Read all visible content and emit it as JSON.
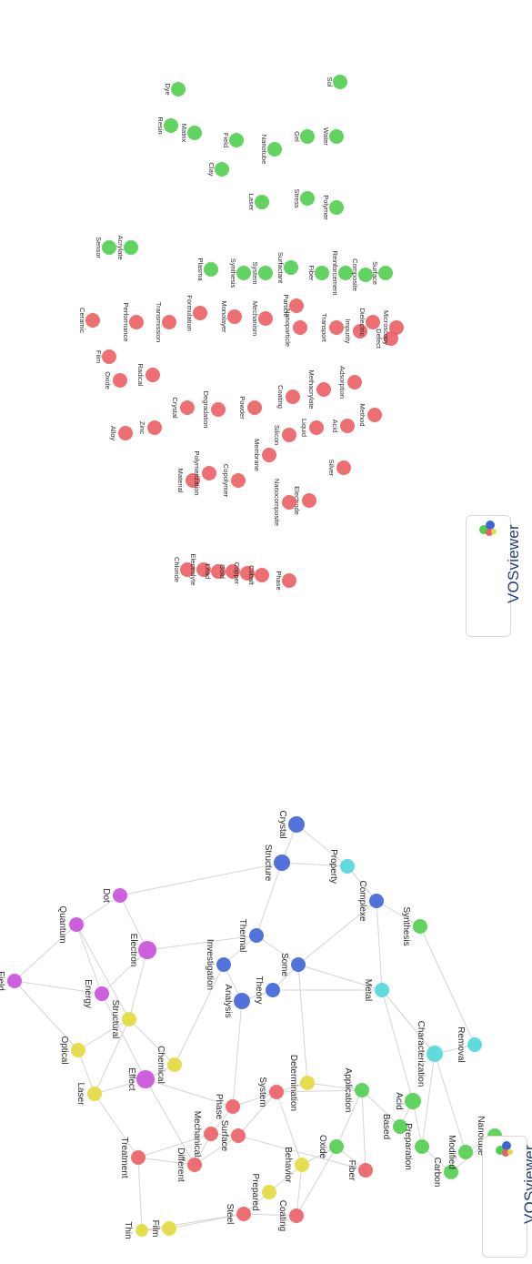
{
  "maps": [
    {
      "brand": "VOSviewer",
      "rotate_deg": 90,
      "labels": [
        "Chloride",
        "Electrolyte",
        "Lead",
        "Gold",
        "Copper",
        "Cobalt",
        "Phase",
        "Electrode",
        "Nanocomposite",
        "Silver",
        "Material",
        "Polymerization",
        "Copolymer",
        "Membrane",
        "Silicon",
        "Liquid",
        "Acid",
        "Method",
        "Degradation",
        "Powder",
        "Coating",
        "Methacrylate",
        "Adsorption",
        "Alloy",
        "Zinc",
        "Crystal",
        "Radical",
        "Oxide",
        "Nanoparticle",
        "Transport",
        "Impurity",
        "Defect",
        "Film",
        "Ceramic",
        "Performance",
        "Transmission",
        "Formulation",
        "Monolayer",
        "Mechanism",
        "Particle",
        "Dielectric",
        "Microscopy",
        "Plasma",
        "Synthesis",
        "System",
        "Surfactant",
        "Fiber",
        "Reinforcement",
        "Composite",
        "Surface",
        "Resin",
        "Matrix",
        "Clay",
        "Laser",
        "Stress",
        "Polymer",
        "Field",
        "Nanotube",
        "Gel",
        "Water",
        "Dye",
        "Sol",
        "Sensor",
        "Acrylate"
      ],
      "nodes": [
        {
          "t": "Chloride",
          "c": "red"
        },
        {
          "t": "Electrolyte",
          "c": "red"
        },
        {
          "t": "Lead",
          "c": "red"
        },
        {
          "t": "Gold",
          "c": "red"
        },
        {
          "t": "Copper",
          "c": "red"
        },
        {
          "t": "Cobalt",
          "c": "red"
        },
        {
          "t": "Phase",
          "c": "red"
        },
        {
          "t": "Electrode",
          "c": "red"
        },
        {
          "t": "Nanocomposite",
          "c": "red"
        },
        {
          "t": "Silver",
          "c": "red"
        },
        {
          "t": "Material",
          "c": "red"
        },
        {
          "t": "Polymerization",
          "c": "red"
        },
        {
          "t": "Copolymer",
          "c": "red"
        },
        {
          "t": "Membrane",
          "c": "red"
        },
        {
          "t": "Silicon",
          "c": "red"
        },
        {
          "t": "Liquid",
          "c": "red"
        },
        {
          "t": "Acid",
          "c": "red"
        },
        {
          "t": "Method",
          "c": "red"
        },
        {
          "t": "Degradation",
          "c": "red"
        },
        {
          "t": "Powder",
          "c": "red"
        },
        {
          "t": "Coating",
          "c": "red"
        },
        {
          "t": "Methacrylate",
          "c": "red"
        },
        {
          "t": "Adsorption",
          "c": "red"
        },
        {
          "t": "Alloy",
          "c": "red"
        },
        {
          "t": "Zinc",
          "c": "red"
        },
        {
          "t": "Crystal",
          "c": "red"
        },
        {
          "t": "Radical",
          "c": "red"
        },
        {
          "t": "Oxide",
          "c": "red"
        },
        {
          "t": "Nanoparticle",
          "c": "red"
        },
        {
          "t": "Transport",
          "c": "red"
        },
        {
          "t": "Impurity",
          "c": "red"
        },
        {
          "t": "Defect",
          "c": "red"
        },
        {
          "t": "Film",
          "c": "red"
        },
        {
          "t": "Ceramic",
          "c": "red"
        },
        {
          "t": "Performance",
          "c": "red"
        },
        {
          "t": "Transmission",
          "c": "red"
        },
        {
          "t": "Formulation",
          "c": "red"
        },
        {
          "t": "Monolayer",
          "c": "red"
        },
        {
          "t": "Mechanism",
          "c": "red"
        },
        {
          "t": "Particle",
          "c": "red"
        },
        {
          "t": "Dielectric",
          "c": "red"
        },
        {
          "t": "Microscopy",
          "c": "red"
        },
        {
          "t": "Plasma",
          "c": "green"
        },
        {
          "t": "Synthesis",
          "c": "green"
        },
        {
          "t": "System",
          "c": "green"
        },
        {
          "t": "Surfactant",
          "c": "green"
        },
        {
          "t": "Fiber",
          "c": "green"
        },
        {
          "t": "Reinforcement",
          "c": "green"
        },
        {
          "t": "Composite",
          "c": "green"
        },
        {
          "t": "Surface",
          "c": "green"
        },
        {
          "t": "Resin",
          "c": "green"
        },
        {
          "t": "Matrix",
          "c": "green"
        },
        {
          "t": "Clay",
          "c": "green"
        },
        {
          "t": "Laser",
          "c": "green"
        },
        {
          "t": "Stress",
          "c": "green"
        },
        {
          "t": "Polymer",
          "c": "green"
        },
        {
          "t": "Field",
          "c": "green"
        },
        {
          "t": "Nanotube",
          "c": "green"
        },
        {
          "t": "Gel",
          "c": "green"
        },
        {
          "t": "Water",
          "c": "green"
        },
        {
          "t": "Dye",
          "c": "green"
        },
        {
          "t": "Sol",
          "c": "green"
        },
        {
          "t": "Sensor",
          "c": "green"
        },
        {
          "t": "Acrylate",
          "c": "green"
        }
      ]
    },
    {
      "brand": "VOSviewer",
      "rotate_deg": 90,
      "nodes": [
        {
          "t": "Thin",
          "c": "yellow"
        },
        {
          "t": "Film",
          "c": "yellow"
        },
        {
          "t": "Treatment",
          "c": "red"
        },
        {
          "t": "Laser",
          "c": "yellow"
        },
        {
          "t": "Optical",
          "c": "yellow"
        },
        {
          "t": "Field",
          "c": "purple"
        },
        {
          "t": "Steel",
          "c": "red"
        },
        {
          "t": "Prepared",
          "c": "yellow"
        },
        {
          "t": "Different",
          "c": "red"
        },
        {
          "t": "Effect",
          "c": "purple"
        },
        {
          "t": "Energy",
          "c": "purple"
        },
        {
          "t": "Quantum",
          "c": "purple"
        },
        {
          "t": "Dot",
          "c": "purple"
        },
        {
          "t": "Coating",
          "c": "red"
        },
        {
          "t": "Mechanical",
          "c": "red"
        },
        {
          "t": "Chemical",
          "c": "yellow"
        },
        {
          "t": "Structural",
          "c": "yellow"
        },
        {
          "t": "Electron",
          "c": "purple"
        },
        {
          "t": "Surface",
          "c": "red"
        },
        {
          "t": "Behavior",
          "c": "yellow"
        },
        {
          "t": "Phase",
          "c": "red"
        },
        {
          "t": "Investigation",
          "c": "blue"
        },
        {
          "t": "System",
          "c": "red"
        },
        {
          "t": "Analysis",
          "c": "blue"
        },
        {
          "t": "Thermal",
          "c": "blue"
        },
        {
          "t": "Structure",
          "c": "blue"
        },
        {
          "t": "Crystal",
          "c": "blue"
        },
        {
          "t": "Oxide",
          "c": "green"
        },
        {
          "t": "Fiber",
          "c": "red"
        },
        {
          "t": "Determination",
          "c": "yellow"
        },
        {
          "t": "Theory",
          "c": "blue"
        },
        {
          "t": "Some",
          "c": "blue"
        },
        {
          "t": "Property",
          "c": "cyan"
        },
        {
          "t": "Application",
          "c": "green"
        },
        {
          "t": "Based",
          "c": "green"
        },
        {
          "t": "Acid",
          "c": "green"
        },
        {
          "t": "Metal",
          "c": "cyan"
        },
        {
          "t": "Complexe",
          "c": "blue"
        },
        {
          "t": "Carbon",
          "c": "green"
        },
        {
          "t": "Preparation",
          "c": "green"
        },
        {
          "t": "Characterization",
          "c": "cyan"
        },
        {
          "t": "Synthesis",
          "c": "green"
        },
        {
          "t": "Modified",
          "c": "green"
        },
        {
          "t": "Removal",
          "c": "cyan"
        },
        {
          "t": "Nanotube",
          "c": "green"
        }
      ]
    }
  ],
  "colors": {
    "red": "#ec5f63",
    "green": "#4fcf4c",
    "blue": "#3f64d8",
    "yellow": "#e3da3c",
    "purple": "#c94fdc",
    "cyan": "#4fd8d8",
    "edge": "#d4d4d4",
    "brand_text": "#1f3d7a"
  }
}
